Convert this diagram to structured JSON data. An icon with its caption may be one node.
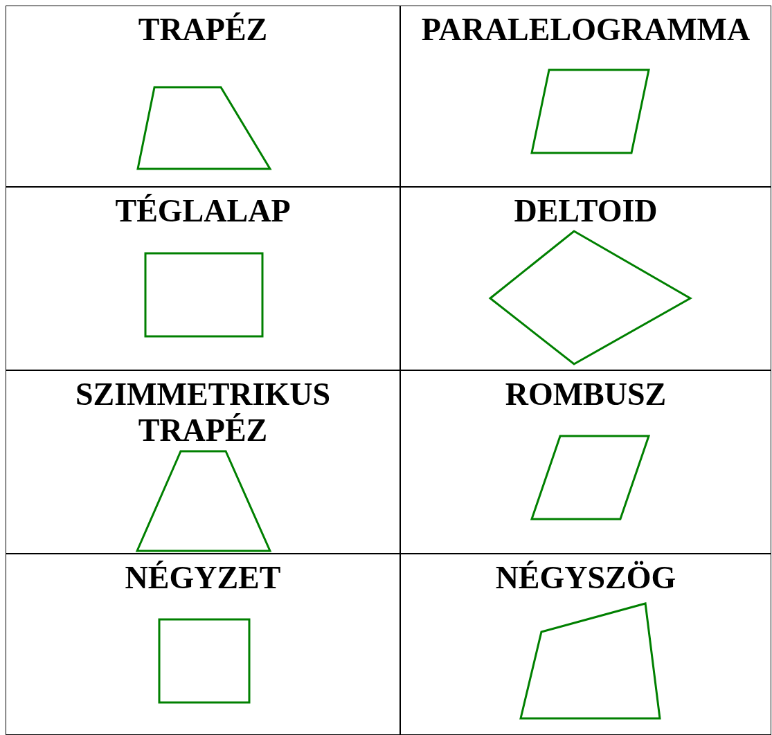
{
  "diagram": {
    "nodes": [
      {
        "text": [
          "TRAPÉZ"
        ]
      },
      {
        "text": [
          "PARALELOGRAMMA"
        ]
      },
      {
        "text": [
          "TÉGLALAP"
        ]
      },
      {
        "text": [
          "DELTOID"
        ]
      },
      {
        "text": [
          "SZIMMETRIKUS TRAPÉZ"
        ]
      },
      {
        "text": [
          "ROMBUSZ"
        ]
      },
      {
        "text": [
          "NÉGYZET"
        ]
      },
      {
        "text": [
          "NÉGYSZÖG"
        ]
      },
      {
        "text": [],
        "shape": "trapezoid",
        "in": 0
      },
      {
        "text": [],
        "shape": "parallelogram",
        "in": 1
      },
      {
        "text": [],
        "shape": "rectangle",
        "in": 2
      },
      {
        "text": [],
        "shape": "kite",
        "in": 3
      },
      {
        "text": [],
        "shape": "trapezoid",
        "in": 4
      },
      {
        "text": [],
        "shape": "rhombus",
        "in": 5
      },
      {
        "text": [],
        "shape": "square",
        "in": 6
      },
      {
        "text": [],
        "shape": "quadrilateral",
        "in": 7
      }
    ]
  }
}
